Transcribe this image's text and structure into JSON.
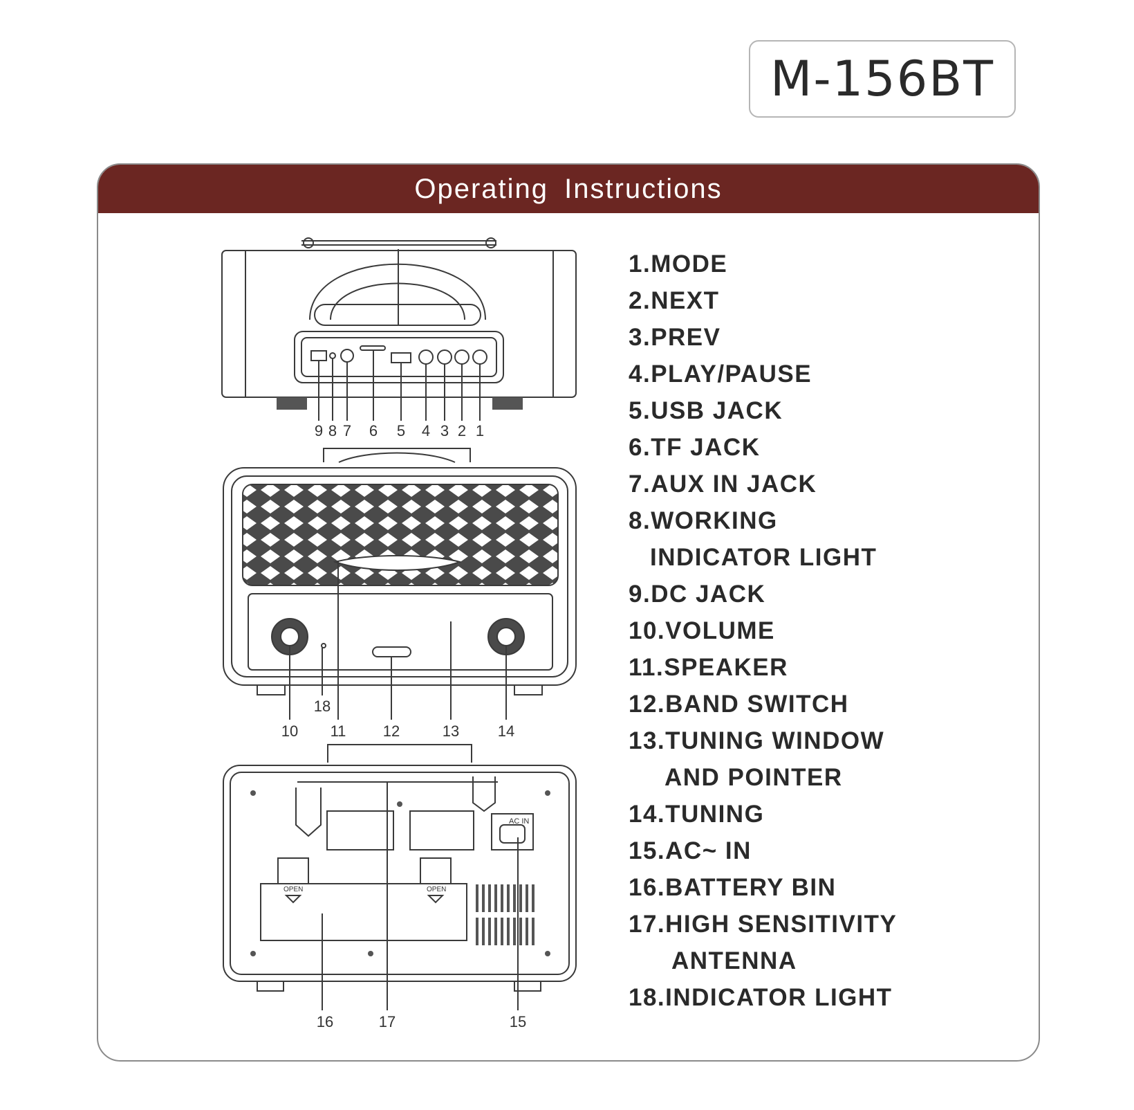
{
  "model": "M-156BT",
  "header_title": "Operating Instructions",
  "colors": {
    "header_bg": "#6b2622",
    "header_text": "#ffffff",
    "line": "#3a3a3a"
  },
  "parts": [
    {
      "line1": "1.MODE"
    },
    {
      "line1": "2.NEXT"
    },
    {
      "line1": "3.PREV"
    },
    {
      "line1": "4.PLAY/PAUSE"
    },
    {
      "line1": "5.USB JACK"
    },
    {
      "line1": "6.TF JACK"
    },
    {
      "line1": "7.AUX IN JACK"
    },
    {
      "line1": "8.WORKING",
      "line2": "INDICATOR LIGHT"
    },
    {
      "line1": "9.DC JACK"
    },
    {
      "line1": "10.VOLUME"
    },
    {
      "line1": "11.SPEAKER"
    },
    {
      "line1": "12.BAND SWITCH"
    },
    {
      "line1": "13.TUNING WINDOW",
      "line2": "AND POINTER"
    },
    {
      "line1": "14.TUNING"
    },
    {
      "line1": "15.AC~ IN"
    },
    {
      "line1": "16.BATTERY BIN"
    },
    {
      "line1": "17.HIGH SENSITIVITY",
      "line2": "ANTENNA"
    },
    {
      "line1": "18.INDICATOR LIGHT"
    }
  ],
  "callouts": {
    "top": [
      "9",
      "8",
      "7",
      "6",
      "5",
      "4",
      "3",
      "2",
      "1"
    ],
    "front": [
      "10",
      "11",
      "12",
      "13",
      "14",
      "18"
    ],
    "back": [
      "16",
      "17",
      "15"
    ]
  },
  "back_labels": {
    "ac_in": "AC IN",
    "open": "OPEN"
  }
}
